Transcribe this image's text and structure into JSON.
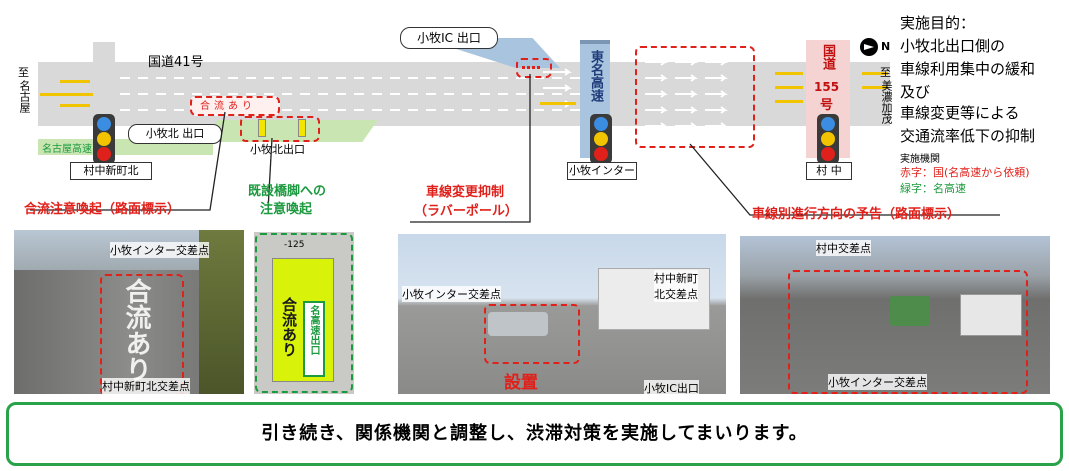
{
  "map": {
    "national_route_41": "国道41号",
    "to_nagoya_prefix": "至",
    "to_nagoya": "名古屋",
    "to_minokamo_prefix": "至",
    "to_minokamo": "美濃加茂",
    "komaki_ic_exit": "小牧IC 出口",
    "komakikita_exit_upper": "小牧北 出口",
    "komakikita_exit_lower": "小牧北出口",
    "meikosoku_left": "名古屋高速",
    "tomei": "東名高速",
    "route155_kanji": "国道",
    "route155_number": "155",
    "route155_suffix": "号",
    "north_label": "N",
    "stop_murakashinmachikita": "村中新町北",
    "stop_komaki_interchange": "小牧インター",
    "stop_murakana": "村 中",
    "road_paint_kanji": "合流あり"
  },
  "purpose": {
    "line1": "実施目的：",
    "line2": "小牧北出口側の",
    "line3": "車線利用集中の緩和",
    "line4": "及び",
    "line5": "車線変更等による",
    "line6": "交通流率低下の抑制",
    "agency_title": "実施機関",
    "agency_red": "赤字：国(名高速から依頼)",
    "agency_green": "緑字：名高速"
  },
  "callouts": {
    "merge_warning": "合流注意喚起（路面標示）",
    "pier_warning_1": "既設橋脚への",
    "pier_warning_2": "注意喚起",
    "lane_change_1": "車線変更抑制",
    "lane_change_2": "（ラバーポール）",
    "lane_direction": "車線別進行方向の予告（路面標示）"
  },
  "photos": {
    "p1_top": "小牧インター交差点",
    "p1_bottom": "村中新町北交差点",
    "p1_road_text": "合流あり",
    "p2_sign_main": "合流あり",
    "p2_sign_sub": "名高速出口",
    "p2_km": "-125",
    "p3_left": "小牧インター交差点",
    "p3_right_1": "村中新町",
    "p3_right_2": "北交差点",
    "p3_install": "設置",
    "p3_bottom": "小牧IC出口",
    "p4_top": "村中交差点",
    "p4_bottom": "小牧インター交差点"
  },
  "footer": {
    "message": "引き続き、関係機関と調整し、渋滞対策を実施してまいります。"
  },
  "colors": {
    "red": "#e0211b",
    "green": "#1c9a3f",
    "road": "#d9d9d9",
    "highway_blue": "#a9c4de"
  }
}
